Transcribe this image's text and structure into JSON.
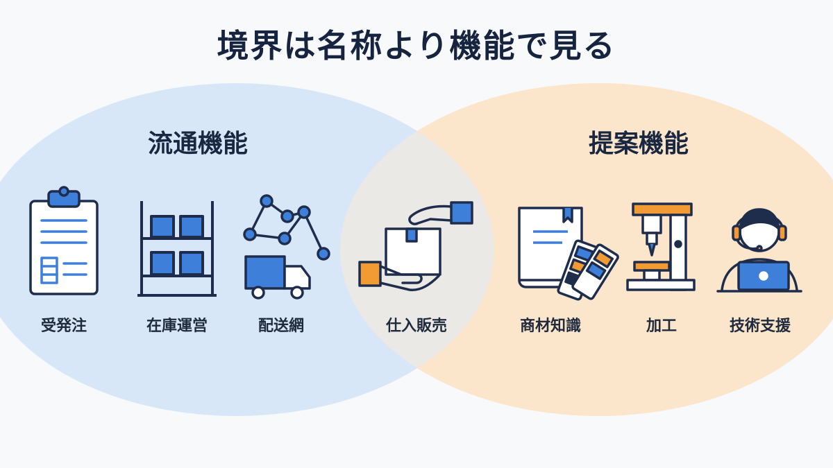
{
  "title": "境界は名称より機能で見る",
  "left_group": {
    "heading": "流通機能",
    "items": [
      {
        "label": "受発注",
        "icon": "clipboard-icon"
      },
      {
        "label": "在庫運営",
        "icon": "warehouse-shelf-icon"
      },
      {
        "label": "配送網",
        "icon": "delivery-network-icon"
      }
    ]
  },
  "overlap": {
    "label": "仕入販売",
    "icon": "handover-box-icon"
  },
  "right_group": {
    "heading": "提案機能",
    "items": [
      {
        "label": "商材知識",
        "icon": "catalog-book-icon"
      },
      {
        "label": "加工",
        "icon": "drill-press-icon"
      },
      {
        "label": "技術支援",
        "icon": "support-agent-icon"
      }
    ]
  },
  "colors": {
    "left_fill": "#d7e7f8",
    "right_fill": "#fbe5cb",
    "overlap_fill": "#ebe9e6",
    "ink": "#1f2d4d",
    "accent_blue": "#3d7fd9",
    "accent_orange": "#f29b35"
  }
}
